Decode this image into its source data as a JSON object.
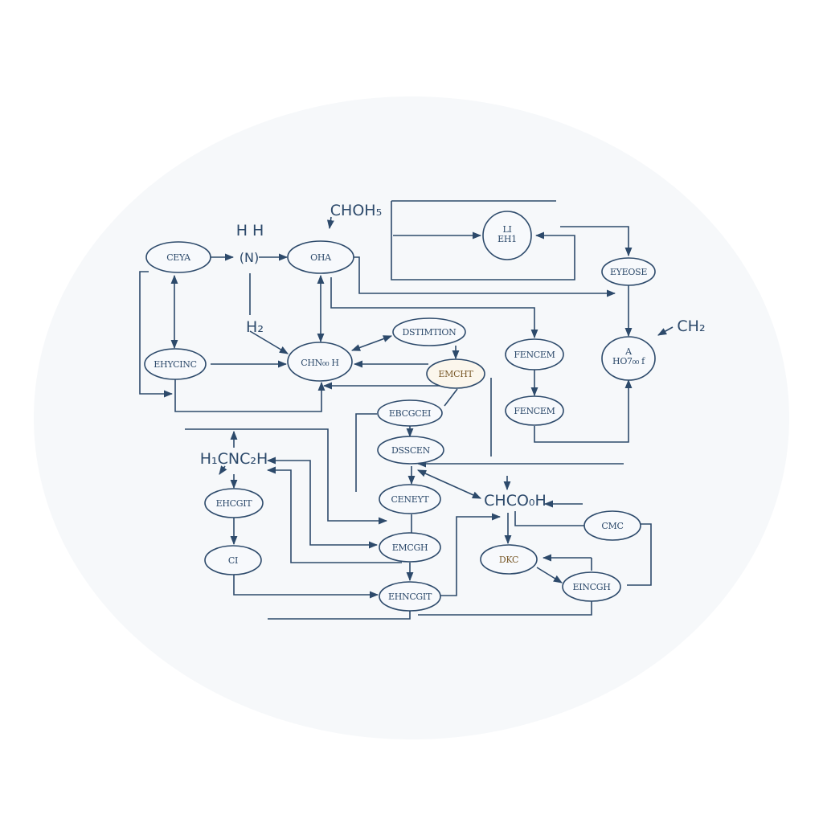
{
  "colors": {
    "stroke": "#2d4a6b",
    "node_fill": "#f7f9fc",
    "accent_fill": "#fbf6ec",
    "accent_text": "#7a5a2a",
    "background_blob": "#f6f8fa"
  },
  "nodes": {
    "ceya": "CEYA",
    "oha": "OHA",
    "lih": "LI\nEH1",
    "eyeose": "EYEOSE",
    "ehycinc": "EHYCINC",
    "chno": "CHN₀₀ H",
    "distimtion": "DSTIMTION",
    "emcht": "EMCHT",
    "fencem_1": "FENCEM",
    "fencem_2": "FENCEM",
    "hoto": "A\nHO7₀₀ f",
    "ebcgcel": "EBCGCEI",
    "dsscen": "DSSCEN",
    "ehcgit": "EHCGIT",
    "cenevt": "CENEYT",
    "cmc": "CMC",
    "ci": "CI",
    "emcgh": "EMCGH",
    "dkc": "DKC",
    "encgh": "EINCGH",
    "ehncgt": "EHNCGIT"
  },
  "labels": {
    "hh": "H H",
    "n_paren": "(N)",
    "choh": "CHOH₅",
    "h2": "H₂",
    "ch2": "CH₂",
    "hcnch": "H₁CNC₂H",
    "chcoh": "CHCO₀H"
  }
}
